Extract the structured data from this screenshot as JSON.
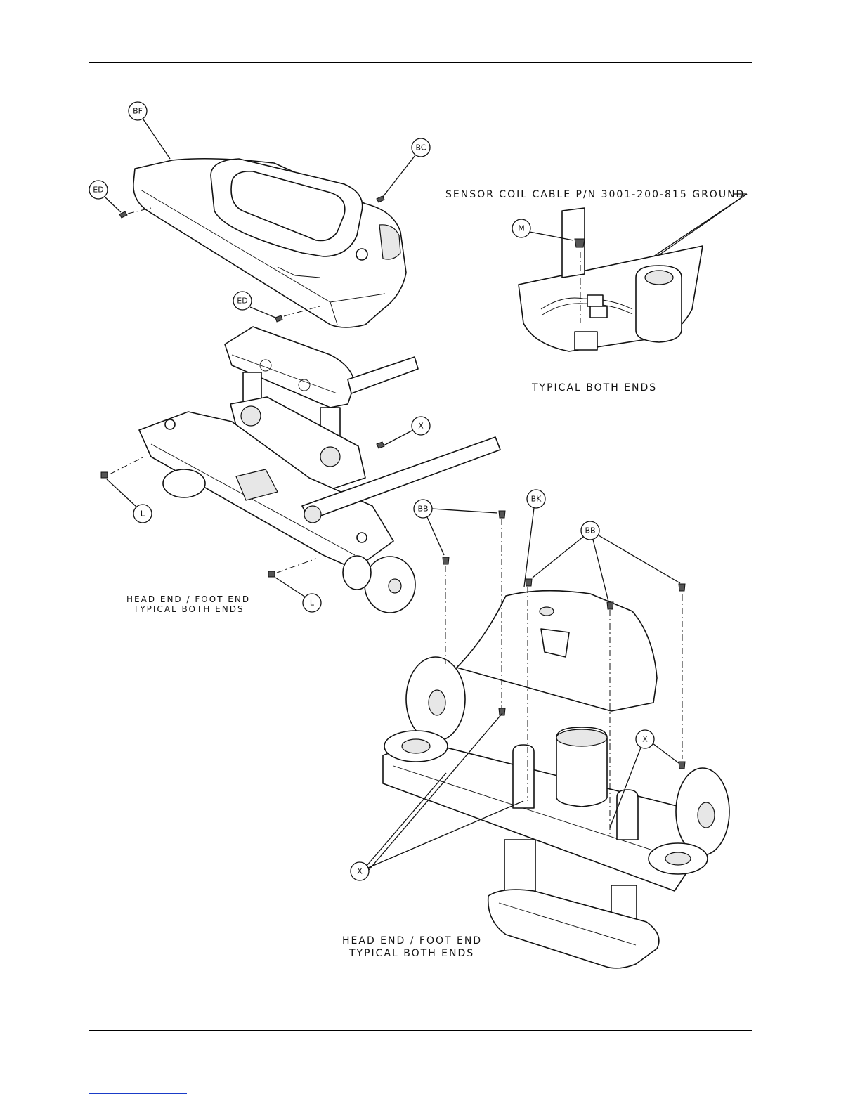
{
  "callouts": {
    "bf": "BF",
    "bc": "BC",
    "ed": "ED",
    "m": "M",
    "x": "X",
    "l": "L",
    "bb": "BB",
    "bk": "BK"
  },
  "notes": {
    "sensor_cable": "SENSOR COIL CABLE P/N 3001-200-815 GROUND",
    "typical_both_ends": "TYPICAL BOTH ENDS",
    "head_foot_end": "HEAD END / FOOT END"
  }
}
